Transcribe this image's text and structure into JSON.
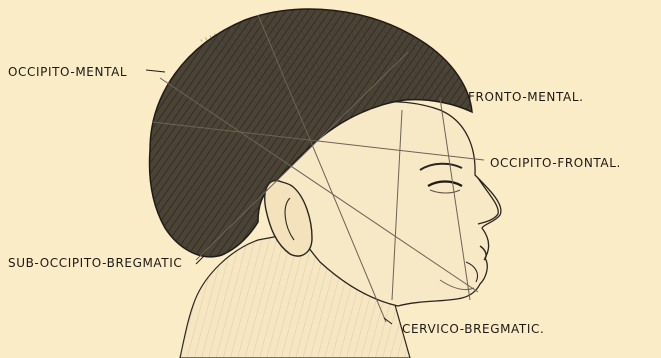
{
  "labels": {
    "occipito_mental": "OCCIPITO-MENTAL",
    "fronto_mental": "FRONTO-MENTAL.",
    "occipito_frontal": "OCCIPITO-FRONTAL.",
    "sub_occipito_bregmatic": "SUB-OCCIPITO-BREGMATIC",
    "cervico_bregmatic": "CERVICO-BREGMATIC."
  },
  "colors": {
    "background": "#fbecc8",
    "ink": "#1d1a14",
    "hair": "#3a342a",
    "measure_line": "#6b6355"
  },
  "illustration": "engraved profile of a child's head with skull diameter lines"
}
